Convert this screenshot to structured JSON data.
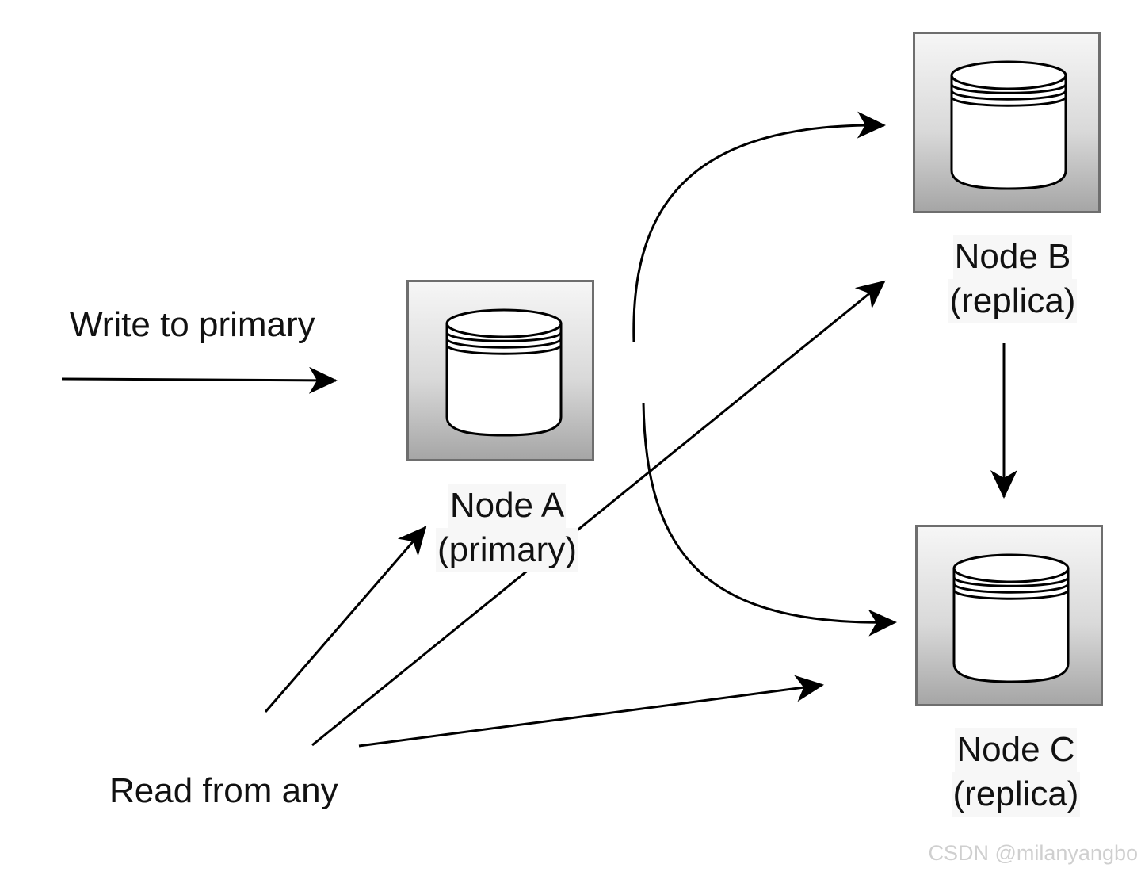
{
  "nodes": [
    {
      "id": "a",
      "name": "Node A",
      "role": "(primary)"
    },
    {
      "id": "b",
      "name": "Node B",
      "role": "(replica)"
    },
    {
      "id": "c",
      "name": "Node C",
      "role": "(replica)"
    }
  ],
  "labels": {
    "write": "Write to primary",
    "read": "Read from any"
  },
  "icons": {
    "node": "database-cylinder-icon"
  },
  "colors": {
    "stroke": "#000000",
    "box_border": "#6e6e6e",
    "gradient_top": "#f6f6f6",
    "gradient_bottom": "#a6a6a6"
  },
  "watermark": "CSDN @milanyangbo"
}
